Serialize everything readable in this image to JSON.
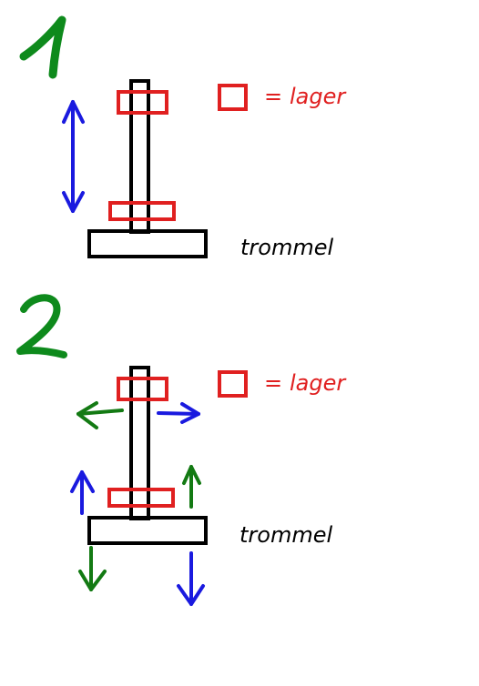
{
  "panels": [
    {
      "number": "1",
      "legend": {
        "eq": "=",
        "text": "lager"
      },
      "drum_label": "trommel"
    },
    {
      "number": "2",
      "legend": {
        "eq": "=",
        "text": "lager"
      },
      "drum_label": "trommel"
    }
  ],
  "colors": {
    "background": "#ffffff",
    "structure": "#000000",
    "bearing": "#e02020",
    "panel_number": "#0e8a1c",
    "arrow_blue": "#1a1adf",
    "arrow_green": "#137a13"
  },
  "icons": {
    "bearing_symbol": "bearing-square-icon"
  }
}
